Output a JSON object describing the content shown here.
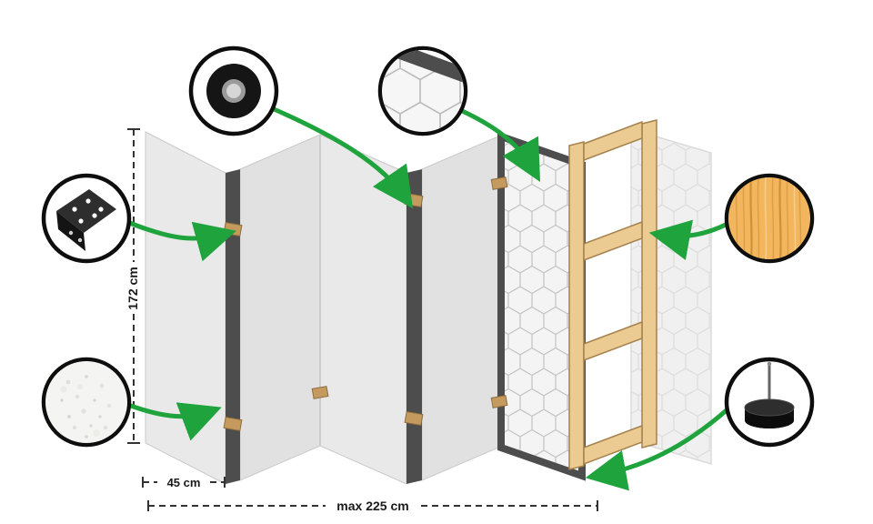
{
  "diagram": {
    "type": "product-structure-diagram",
    "subject": "five-panel folding room divider, exploded view with material callouts",
    "dimensions": {
      "height_label": "172 cm",
      "panel_width_label": "45 cm",
      "total_width_label": "max 225 cm"
    },
    "callouts": [
      {
        "id": "adhesive-tape",
        "icon": "tape-roll-icon",
        "points_to": "panel fold joint"
      },
      {
        "id": "hinge-bracket",
        "icon": "hinge-icon",
        "points_to": "panel hinge"
      },
      {
        "id": "fleece-material",
        "icon": "fleece-texture-icon",
        "points_to": "panel surface"
      },
      {
        "id": "geometric-pattern",
        "icon": "pattern-detail-icon",
        "points_to": "printed front panel"
      },
      {
        "id": "pine-wood",
        "icon": "wood-texture-icon",
        "points_to": "wooden frame"
      },
      {
        "id": "stabilizing-foot",
        "icon": "foot-icon",
        "points_to": "frame base"
      }
    ],
    "colors": {
      "arrow_green": "#1fa33c",
      "panel_face": "#e9e9e9",
      "panel_face_alt": "#e1e1e1",
      "panel_edge_dark": "#4d4d4d",
      "pattern_line": "#c3c3c3",
      "wood_frame": "#eccb92",
      "wood_frame_stroke": "#a5824d",
      "wood_sample": "#f2b65f",
      "hinge_connector": "#c49a5f",
      "dimension_line": "#333333",
      "callout_border": "#0e0e0e"
    }
  }
}
